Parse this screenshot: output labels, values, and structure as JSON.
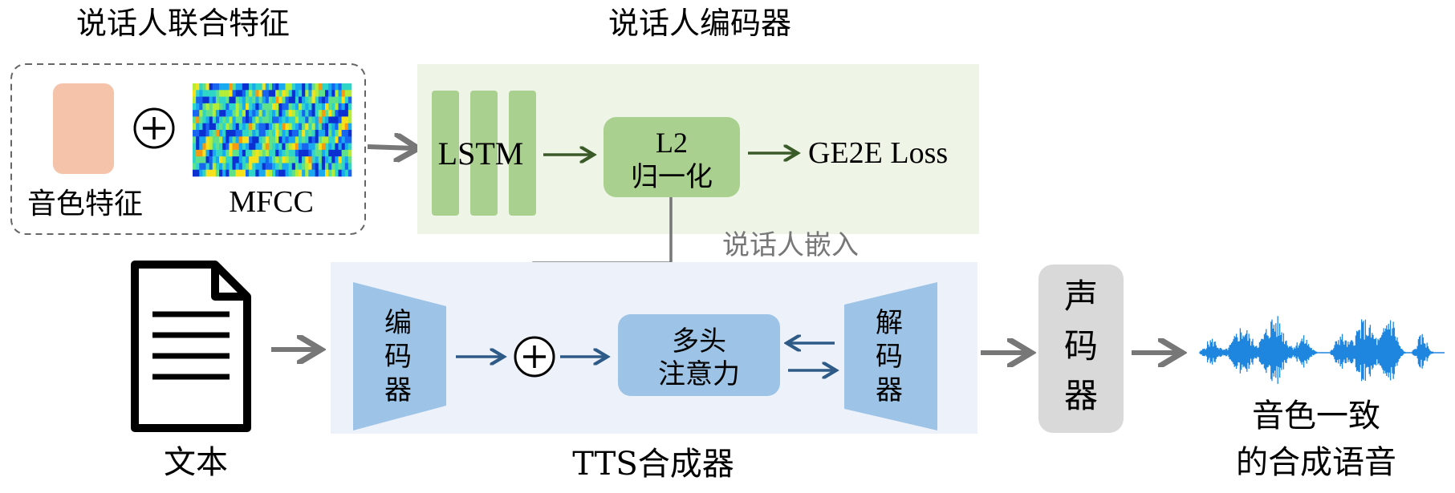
{
  "labels": {
    "joint_feature_title": "说话人联合特征",
    "timbre_feature": "音色特征",
    "mfcc": "MFCC",
    "speaker_encoder_title": "说话人编码器",
    "lstm": "LSTM",
    "l2_line1": "L2",
    "l2_line2": "归一化",
    "ge2e_loss": "GE2E Loss",
    "speaker_embedding": "说话人嵌入",
    "text": "文本",
    "encoder_chars": [
      "编",
      "码",
      "器"
    ],
    "attention_line1": "多头",
    "attention_line2": "注意力",
    "decoder_chars": [
      "解",
      "码",
      "器"
    ],
    "tts_synth_title": "TTS合成器",
    "vocoder_chars": [
      "声",
      "码",
      "器"
    ],
    "output_line1": "音色一致",
    "output_line2": "的合成语音"
  },
  "colors": {
    "encoder_panel_bg": "#eef5e6",
    "synth_panel_bg": "#edf2fa",
    "lstm_green": "#a9d08e",
    "l2_green": "#a9d08e",
    "dark_green_arrow": "#3a5a28",
    "blue_shape": "#9dc3e6",
    "blue_arrow": "#2e5a87",
    "gray_arrow": "#777777",
    "vocoder_gray": "#d9d9d9",
    "timbre_peach": "#f4c3a9",
    "waveform_blue": "#1f86e0"
  },
  "icons": {
    "plus_circle": "circled-plus-icon",
    "document": "document-icon",
    "waveform": "audio-waveform-icon",
    "mfcc": "mfcc-heatmap-icon"
  }
}
